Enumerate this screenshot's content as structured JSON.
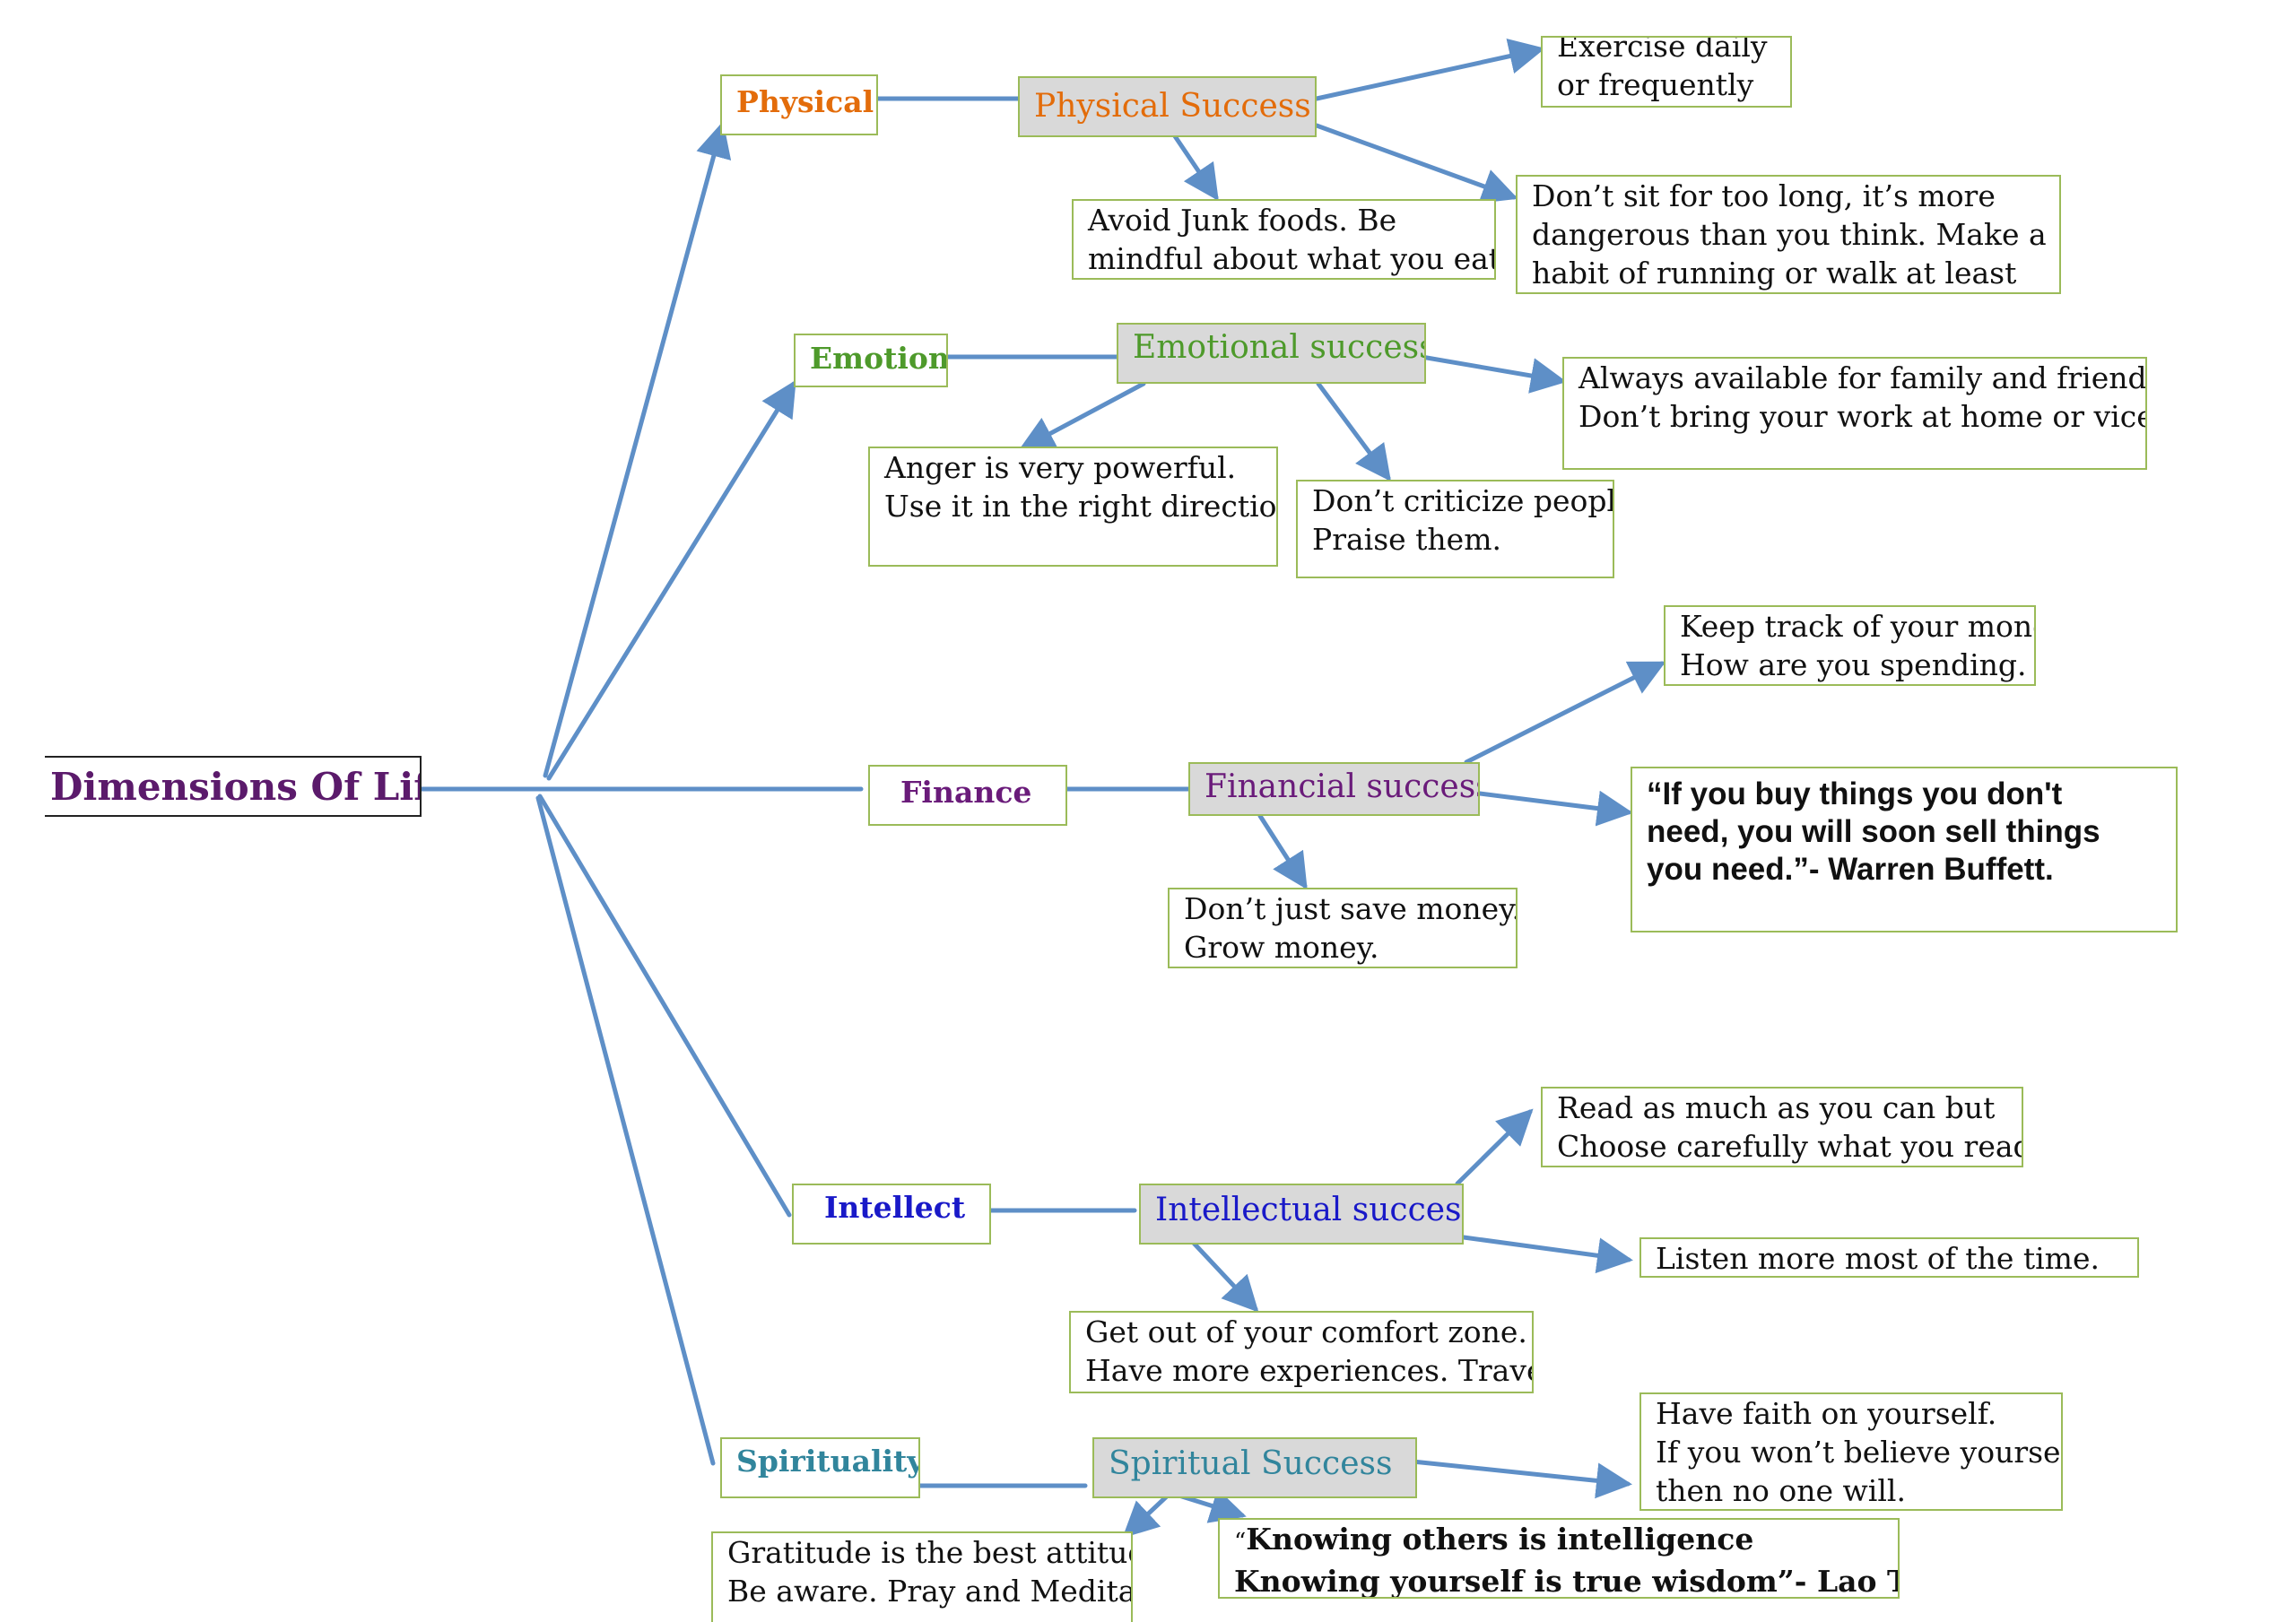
{
  "root": "Dimensions Of Life",
  "colors": {
    "arrow": "#5e8fc7",
    "box_border": "#9bbb59",
    "success_fill": "#d9d9d9",
    "physical": "#e36c0a",
    "emotion": "#4e9a2b",
    "finance": "#6a1b7a",
    "intellect": "#1919c8",
    "spirituality": "#31859c",
    "root": "#5b1a6b"
  },
  "physical": {
    "label": "Physical",
    "success": "Physical Success",
    "tips": [
      [
        "Exercise daily",
        "or frequently"
      ],
      [
        "Avoid Junk foods. Be",
        "mindful about what you eat"
      ],
      [
        "Don’t sit for too long, it’s more",
        "dangerous than you think. Make a",
        "habit of running or walk at least"
      ]
    ]
  },
  "emotion": {
    "label": "Emotion",
    "success": "Emotional success",
    "tips": [
      [
        "Always available for family and friends.",
        "Don’t bring your work at home or vice versa"
      ],
      [
        "Anger is very powerful.",
        "Use it in the right direction."
      ],
      [
        "Don’t criticize people.",
        "Praise them."
      ]
    ]
  },
  "finance": {
    "label": "Finance",
    "success": "Financial success",
    "tips": [
      [
        "Keep track of your money.",
        "How are you  spending."
      ],
      [
        "“If you buy things you don't",
        "need, you will soon sell things",
        "you need.”- Warren Buffett."
      ],
      [
        "Don’t just save money.",
        "Grow money."
      ]
    ]
  },
  "intellect": {
    "label": "Intellect",
    "success": "Intellectual success",
    "tips": [
      [
        "Read as much as you can but",
        "Choose carefully what you read."
      ],
      [
        "Listen more most of the time."
      ],
      [
        "Get out of your comfort zone.",
        "Have more experiences. Travel."
      ]
    ]
  },
  "spirituality": {
    "label": "Spirituality",
    "success": "Spiritual Success",
    "tips": [
      [
        "Have faith on yourself.",
        "If you won’t believe yourself",
        "then no one will."
      ],
      [
        "Gratitude is the best attitude.",
        "Be aware. Pray and Meditate"
      ]
    ],
    "quote_mark": "“",
    "quote": [
      "Knowing others is intelligence",
      "Knowing yourself is true wisdom”- Lao Tzu"
    ]
  }
}
